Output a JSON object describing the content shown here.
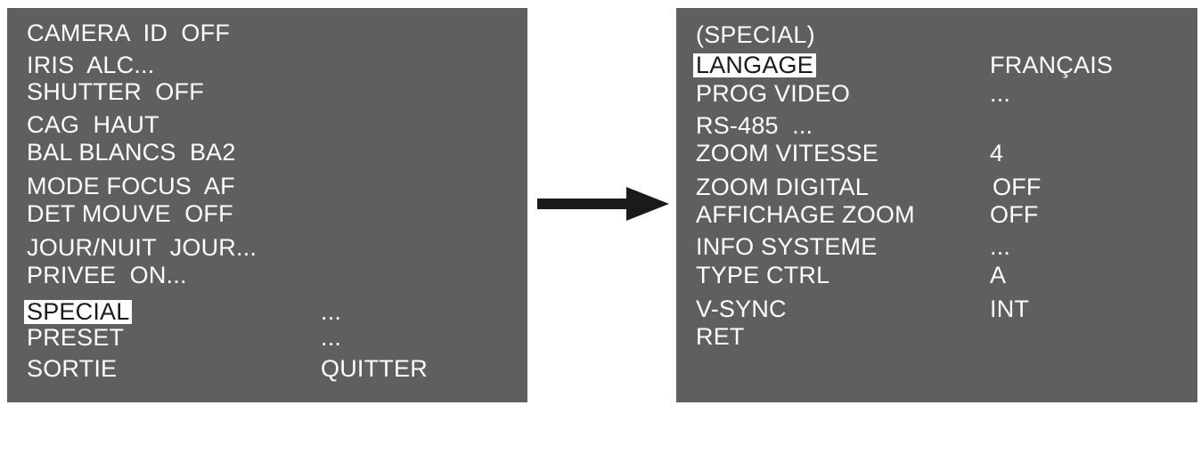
{
  "left_menu": {
    "items": [
      {
        "label": "CAMERA  ID  OFF",
        "value": "",
        "highlighted": false
      },
      {
        "label": "IRIS  ALC...",
        "value": "",
        "highlighted": false
      },
      {
        "label": "SHUTTER  OFF",
        "value": "",
        "highlighted": false
      },
      {
        "label": "CAG  HAUT",
        "value": "",
        "highlighted": false
      },
      {
        "label": "BAL BLANCS  BA2",
        "value": "",
        "highlighted": false
      },
      {
        "label": "MODE FOCUS  AF",
        "value": "",
        "highlighted": false
      },
      {
        "label": "DET MOUVE  OFF",
        "value": "",
        "highlighted": false
      },
      {
        "label": "JOUR/NUIT  JOUR...",
        "value": "",
        "highlighted": false
      },
      {
        "label": "PRIVEE  ON...",
        "value": "",
        "highlighted": false
      },
      {
        "label": "SPECIAL",
        "value": "...",
        "highlighted": true
      },
      {
        "label": "PRESET",
        "value": "...",
        "highlighted": false
      },
      {
        "label": "SORTIE",
        "value": "QUITTER",
        "highlighted": false
      }
    ]
  },
  "right_menu": {
    "title": "(SPECIAL)",
    "items": [
      {
        "label": "LANGAGE",
        "value": "FRANÇAIS",
        "highlighted": true
      },
      {
        "label": "PROG VIDEO",
        "value": "...",
        "highlighted": false
      },
      {
        "label": "RS-485  ...",
        "value": "",
        "highlighted": false
      },
      {
        "label": "ZOOM VITESSE",
        "value": "4",
        "highlighted": false
      },
      {
        "label": "ZOOM DIGITAL",
        "value": "OFF",
        "highlighted": false
      },
      {
        "label": "AFFICHAGE ZOOM",
        "value": "OFF",
        "highlighted": false
      },
      {
        "label": "INFO SYSTEME",
        "value": "...",
        "highlighted": false
      },
      {
        "label": "TYPE CTRL",
        "value": "A",
        "highlighted": false
      },
      {
        "label": "V-SYNC",
        "value": "INT",
        "highlighted": false
      },
      {
        "label": "RET",
        "value": "",
        "highlighted": false
      }
    ]
  },
  "colors": {
    "screen_bg": "#5f5f5f",
    "text": "#ffffff",
    "highlight_bg": "#ffffff",
    "highlight_text": "#1a1a1a",
    "arrow": "#1a1a1a"
  },
  "icons": {
    "transition": "right-arrow-icon"
  }
}
